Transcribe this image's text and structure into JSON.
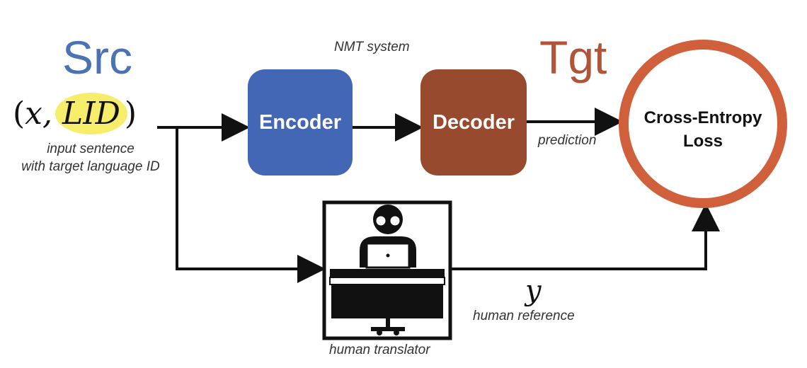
{
  "labels": {
    "src": "Src",
    "tgt": "Tgt",
    "nmt_system": "NMT system",
    "formula_open": "(",
    "formula_x": "x,",
    "formula_lid": "LID",
    "formula_close": ")",
    "input_caption_line1": "input sentence",
    "input_caption_line2": "with target language ID",
    "prediction": "prediction",
    "y": "y",
    "human_reference": "human reference",
    "human_translator": "human translator"
  },
  "blocks": {
    "encoder": "Encoder",
    "decoder": "Decoder",
    "loss_line1": "Cross-Entropy",
    "loss_line2": "Loss"
  },
  "colors": {
    "src_blue": "#4a72b5",
    "tgt_red": "#b0553a",
    "encoder_fill": "#4467b5",
    "decoder_fill": "#984a2e",
    "loss_ring": "#d0603c",
    "lid_highlight": "#f6ee6a"
  },
  "icons": {
    "translator": "person-at-desk-with-laptop-icon"
  }
}
